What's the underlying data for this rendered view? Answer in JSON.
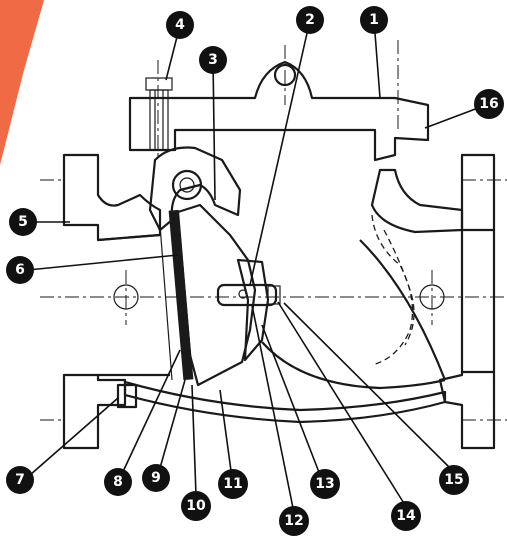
{
  "accent_color": "#f06a45",
  "hatch_color": "#1a1a1a",
  "callouts": [
    {
      "id": "1",
      "label": "1"
    },
    {
      "id": "2",
      "label": "2"
    },
    {
      "id": "3",
      "label": "3"
    },
    {
      "id": "4",
      "label": "4"
    },
    {
      "id": "5",
      "label": "5"
    },
    {
      "id": "6",
      "label": "6"
    },
    {
      "id": "7",
      "label": "7"
    },
    {
      "id": "8",
      "label": "8"
    },
    {
      "id": "9",
      "label": "9"
    },
    {
      "id": "10",
      "label": "10"
    },
    {
      "id": "11",
      "label": "11"
    },
    {
      "id": "12",
      "label": "12"
    },
    {
      "id": "13",
      "label": "13"
    },
    {
      "id": "14",
      "label": "14"
    },
    {
      "id": "15",
      "label": "15"
    },
    {
      "id": "16",
      "label": "16"
    }
  ]
}
